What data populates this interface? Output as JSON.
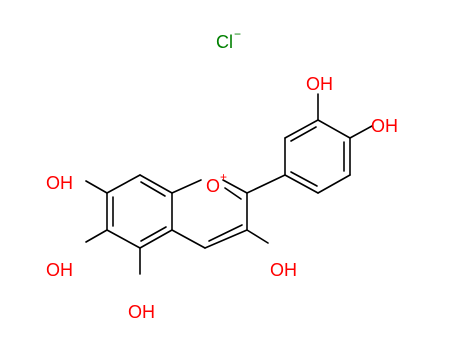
{
  "molecule": {
    "counter_ion": {
      "symbol": "Cl",
      "charge": "−"
    },
    "ring_oxygen": {
      "symbol": "O",
      "charge": "+"
    },
    "hydroxyls": {
      "oh_3prime": "OH",
      "oh_4prime": "OH",
      "oh_7": "OH",
      "oh_6": "OH",
      "oh_5": "OH",
      "oh_3": "OH"
    }
  },
  "colors": {
    "bond": "#000000",
    "oxygen": "#ff0000",
    "chlorine": "#008000"
  }
}
